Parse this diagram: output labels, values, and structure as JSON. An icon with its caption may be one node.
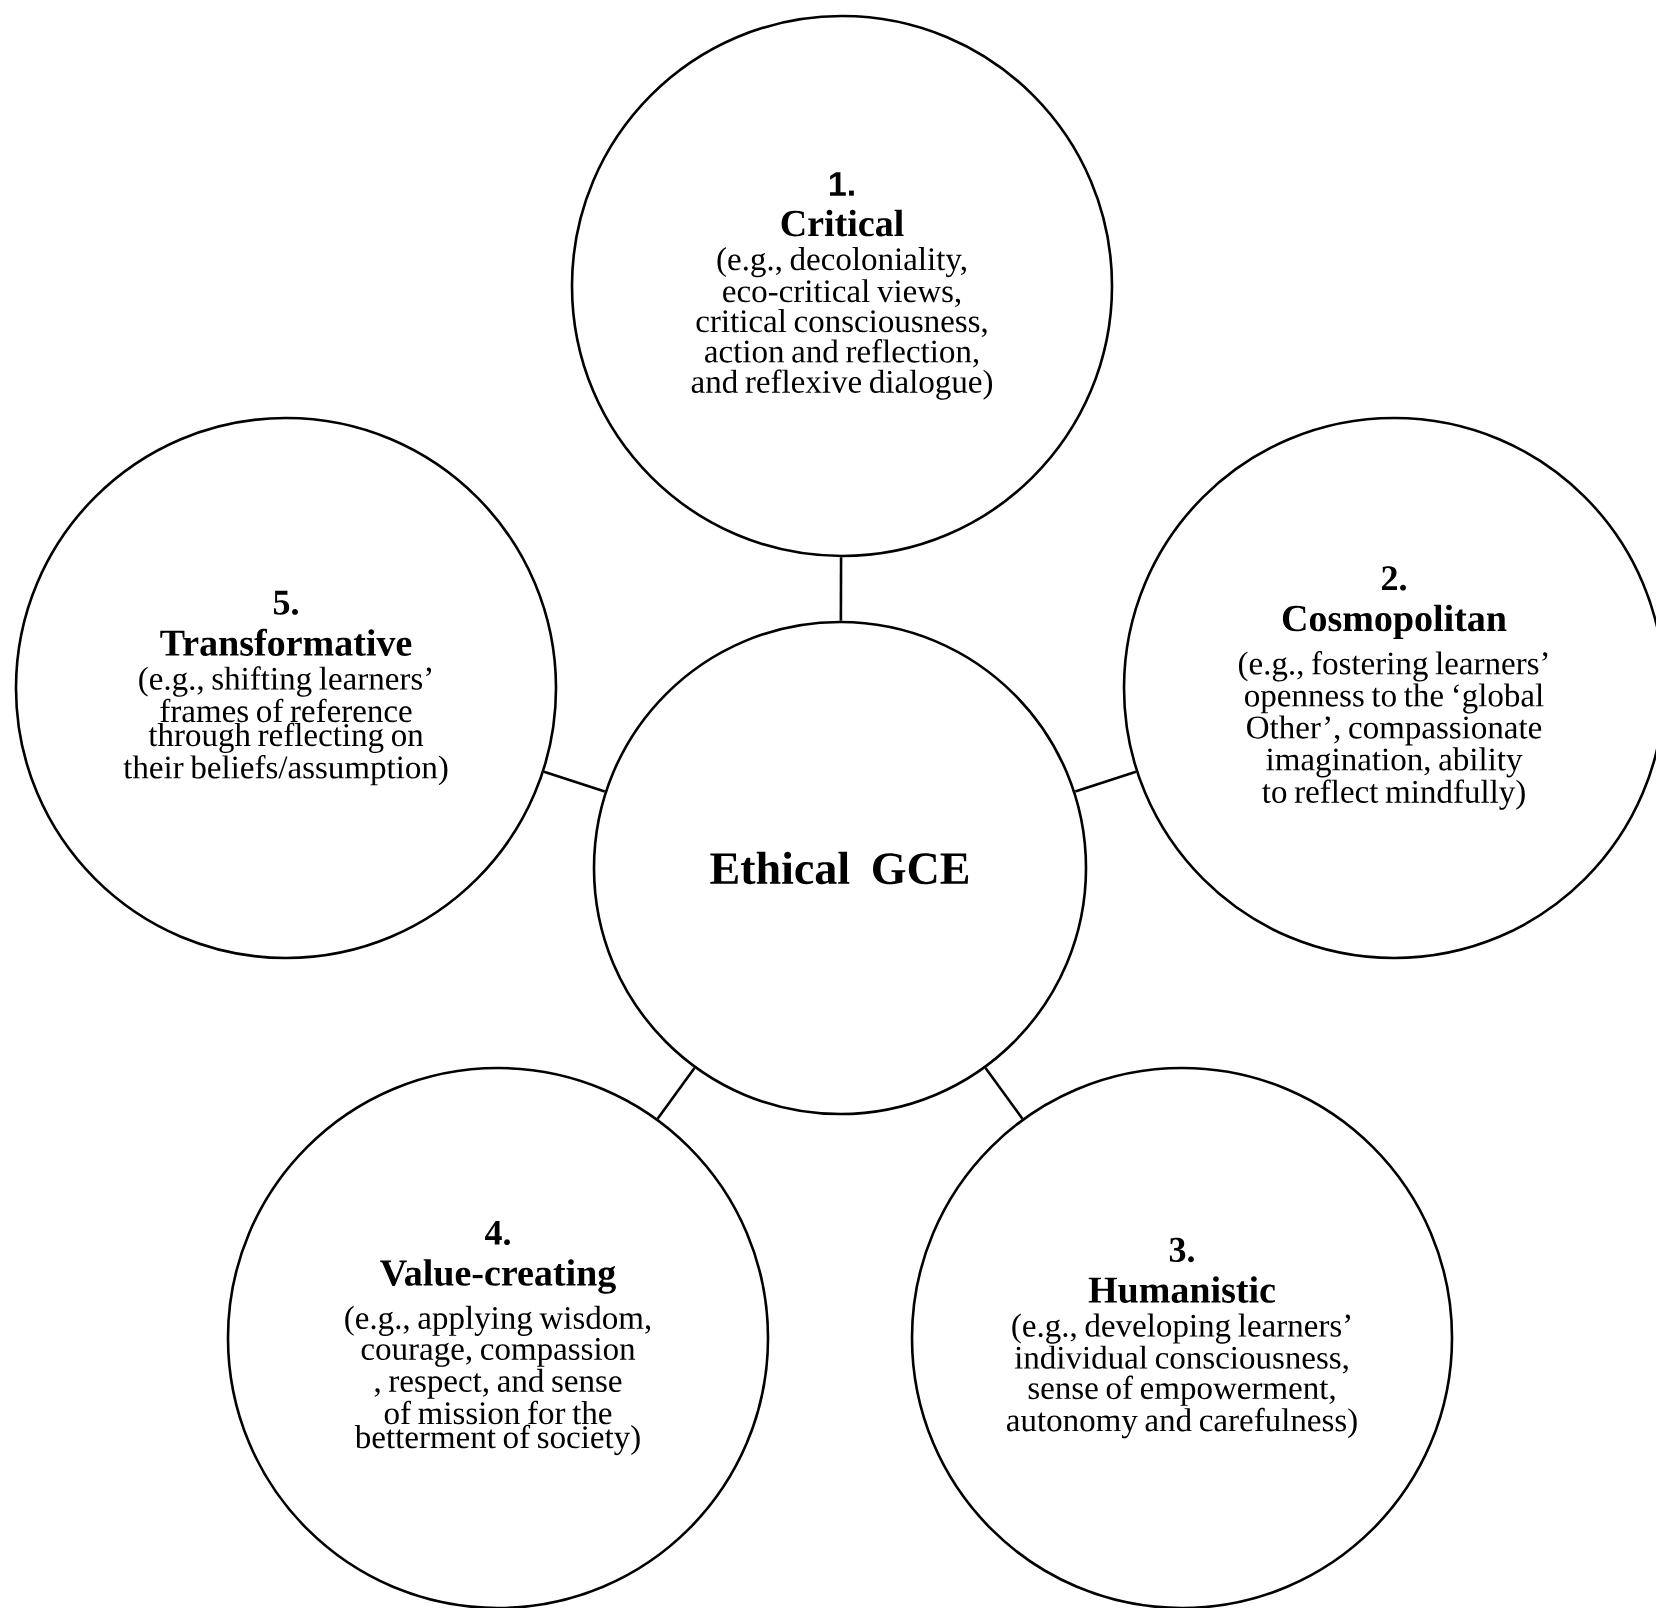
{
  "diagram": {
    "nodes": [
      {
        "text": [
          "1.",
          "Critical",
          "(e.g., decoloniality, eco-critical views, critical consciousness, action and reflection, and reflexive dialogue)"
        ]
      },
      {
        "text": [
          "5.",
          "Transformative",
          "(e.g., shifting learners’ frames of reference through reflecting on their beliefs/assumption)"
        ]
      },
      {
        "text": [
          "2.",
          "Cosmopolitan",
          "(e.g., fostering learners’ openness to the ‘global Other’, compassionate imagination, ability to reflect mindfully)"
        ]
      },
      {
        "text": [
          "Ethical GCE"
        ]
      },
      {
        "text": [
          "4.",
          "Value-creating",
          "(e.g., applying wisdom, courage, compassion , respect, and sense of mission for the betterment of society)"
        ]
      },
      {
        "text": [
          "3.",
          "Humanistic",
          "(e.g., developing learners’ individual consciousness, sense of empowerment, autonomy and carefulness)"
        ]
      }
    ],
    "edges": [
      {
        "from": 3,
        "to": 0,
        "arrow": "none"
      },
      {
        "from": 3,
        "to": 2,
        "arrow": "none"
      },
      {
        "from": 3,
        "to": 5,
        "arrow": "none"
      },
      {
        "from": 3,
        "to": 4,
        "arrow": "none"
      },
      {
        "from": 3,
        "to": 1,
        "arrow": "none"
      }
    ]
  }
}
